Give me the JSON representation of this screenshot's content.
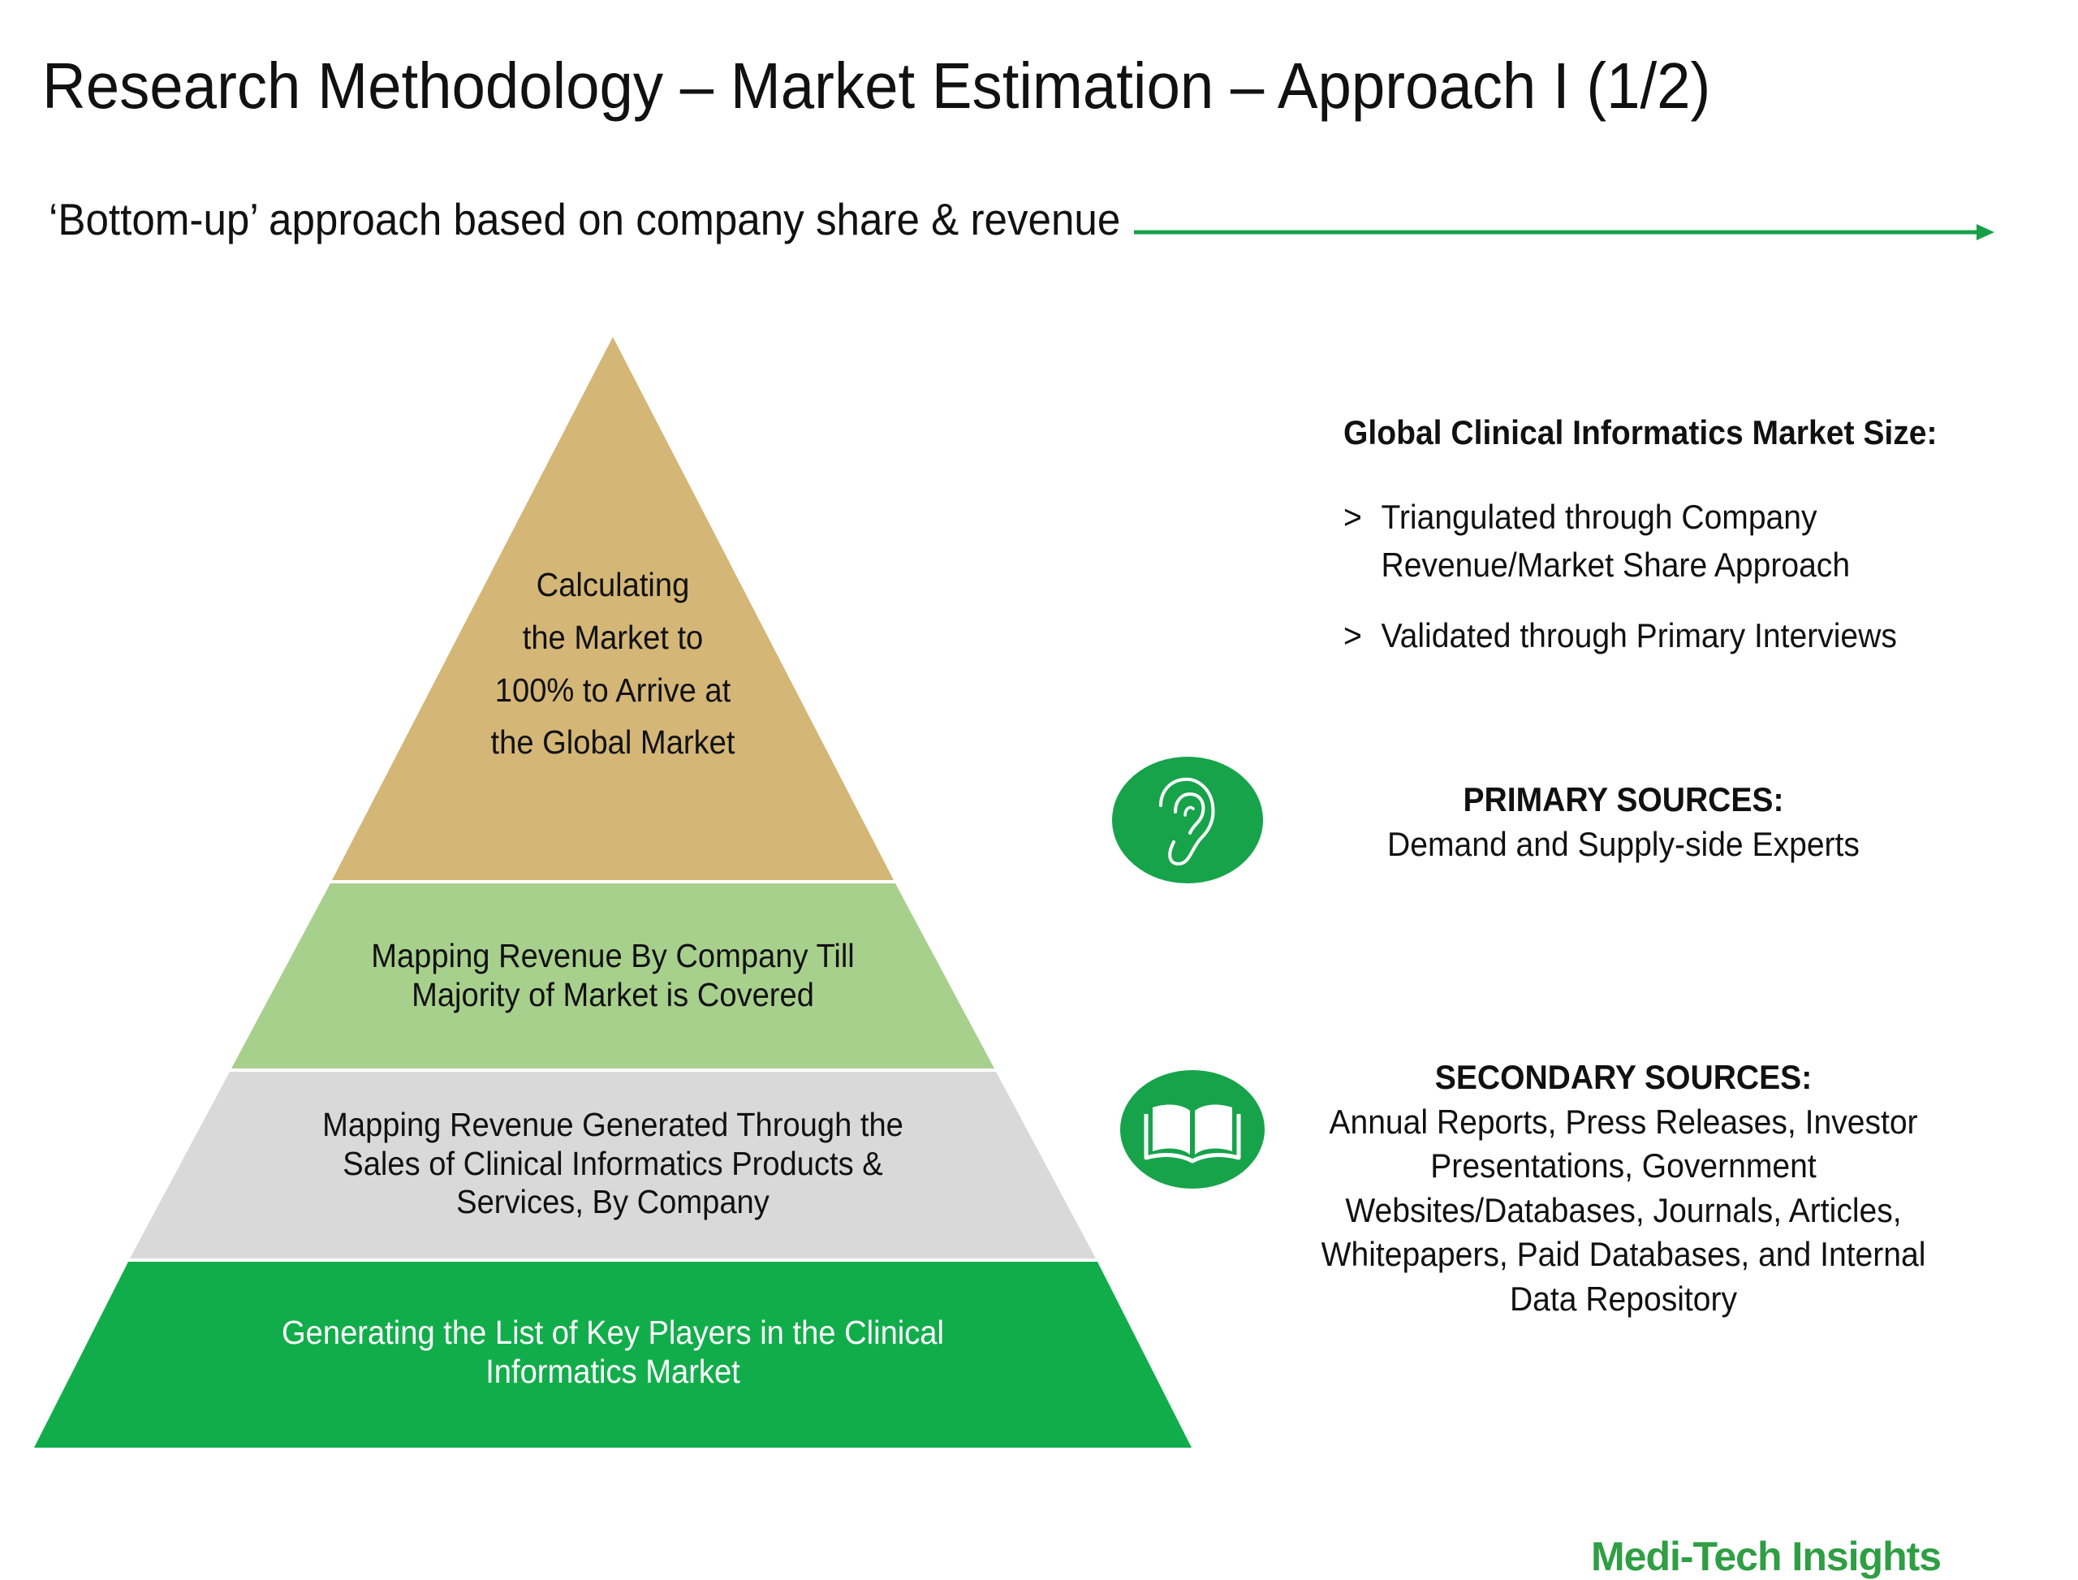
{
  "page": {
    "title": "Research Methodology – Market Estimation – Approach I (1/2)",
    "subtitle": "‘Bottom-up’ approach based on company share & revenue"
  },
  "pyramid": {
    "tiers": [
      {
        "label": "Calculating\nthe Market to\n100% to Arrive at\nthe Global Market",
        "color": "#d4b676"
      },
      {
        "label": "Mapping Revenue By Company Till\nMajority of Market is Covered",
        "color": "#a8d08d"
      },
      {
        "label": "Mapping Revenue Generated Through the\nSales of Clinical Informatics Products &\nServices, By Company",
        "color": "#d9d9d9"
      },
      {
        "label": "Generating the List of Key Players in the Clinical\nInformatics Market",
        "color": "#12ad4b"
      }
    ]
  },
  "market_size": {
    "heading": "Global Clinical Informatics Market Size:",
    "bullet_symbol": ">",
    "bullets": [
      "Triangulated through Company\nRevenue/Market Share Approach",
      "Validated through Primary Interviews"
    ]
  },
  "primary_sources": {
    "heading": "PRIMARY SOURCES:",
    "text": "Demand and Supply-side Experts",
    "icon": "ear-icon"
  },
  "secondary_sources": {
    "heading": "SECONDARY SOURCES:",
    "text": "Annual Reports, Press Releases, Investor\nPresentations, Government\nWebsites/Databases, Journals, Articles,\nWhitepapers, Paid Databases, and Internal\nData Repository",
    "icon": "book-icon"
  },
  "branding": {
    "logo_text": "Medi-Tech Insights"
  },
  "colors": {
    "accent_green": "#15a048",
    "icon_green": "#17a34a",
    "logo_green": "#2f9e44"
  }
}
